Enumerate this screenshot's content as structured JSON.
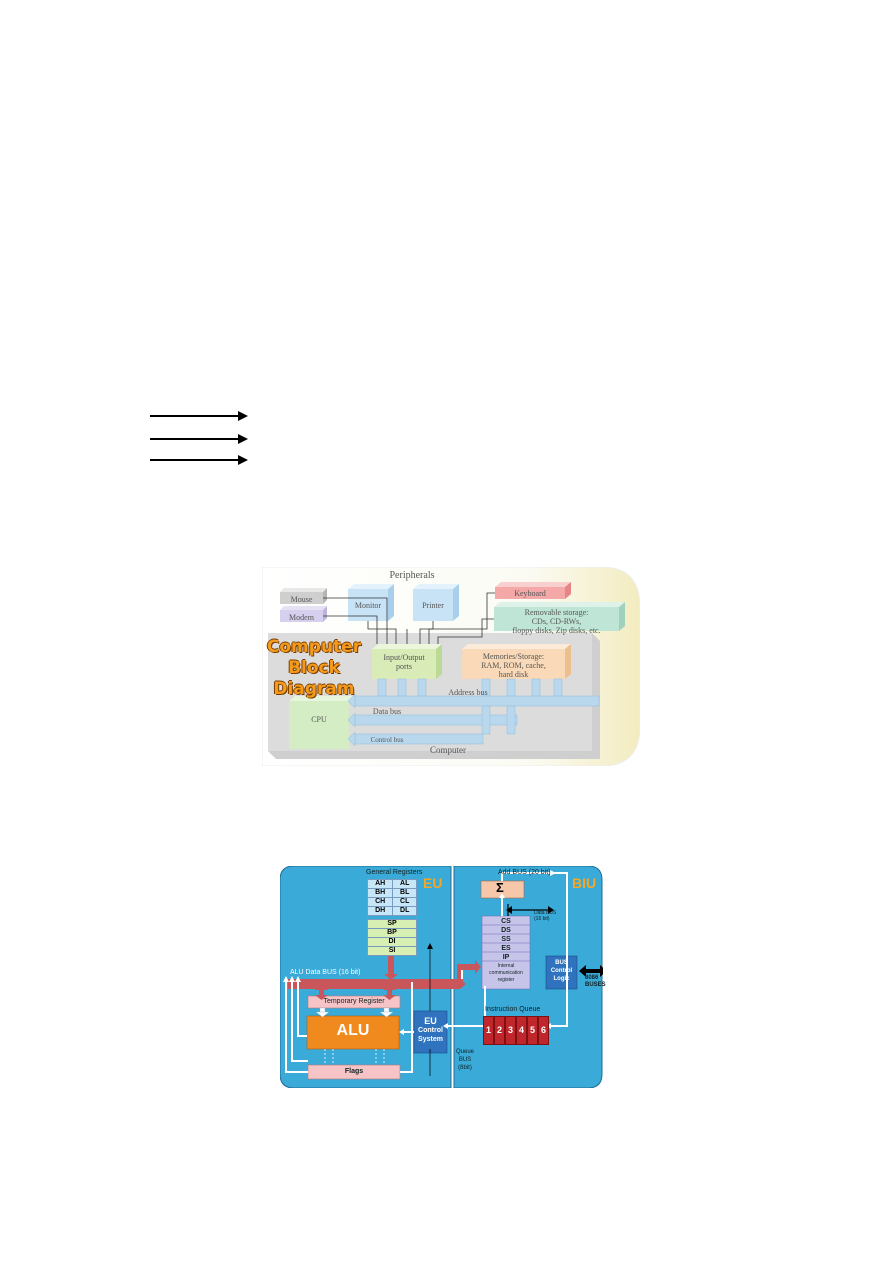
{
  "figure1": {
    "header": "Peripherals",
    "title_lines": [
      "Computer",
      "Block",
      "Diagram"
    ],
    "boxes": {
      "mouse": "Mouse",
      "modem": "Modem",
      "monitor": "Monitor",
      "printer": "Printer",
      "keyboard": "Keyboard",
      "removable_l1": "Removable storage:",
      "removable_l2": "CDs, CD-RWs,",
      "removable_l3": "floppy disks, Zip disks, etc.",
      "io_l1": "Input/Output",
      "io_l2": "ports",
      "mem_l1": "Memories/Storage:",
      "mem_l2": "RAM, ROM, cache,",
      "mem_l3": "hard disk",
      "cpu": "CPU"
    },
    "buses": {
      "address": "Address bus",
      "data": "Data bus",
      "control": "Control bus"
    },
    "footer": "Computer",
    "colors": {
      "io": "#d9ecb8",
      "mem": "#f9d9b7",
      "monitor": "#c9e3f6",
      "keyboard": "#f4a8a8",
      "removable": "#bfe5d6",
      "cpu": "#d5edc5",
      "bus": "#b9d8ee"
    }
  },
  "figure2": {
    "eu_label": "EU",
    "biu_label": "BIU",
    "general_registers": "General Registers",
    "registers_pairs": [
      [
        "AH",
        "AL"
      ],
      [
        "BH",
        "BL"
      ],
      [
        "CH",
        "CL"
      ],
      [
        "DH",
        "DL"
      ]
    ],
    "registers_single": [
      "SP",
      "BP",
      "DI",
      "SI"
    ],
    "segment_registers": [
      "CS",
      "DS",
      "SS",
      "ES",
      "IP"
    ],
    "internal_l1": "Internal",
    "internal_l2": "communication",
    "internal_l3": "register",
    "sigma": "Σ",
    "add_bus": "Add BUS (20 bit)",
    "data_bus_l1": "Data BUS",
    "data_bus_l2": "(16 bit)",
    "alu_data_bus": "ALU Data BUS (16 bit)",
    "temp_register": "Temporary Register",
    "alu": "ALU",
    "flags": "Flags",
    "eu_control_l1": "EU",
    "eu_control_l2": "Control",
    "eu_control_l3": "System",
    "bus_control_l1": "BUS",
    "bus_control_l2": "Control",
    "bus_control_l3": "Logic",
    "buses_8086_l1": "8086",
    "buses_8086_l2": "BUSES",
    "instruction_queue": "Instruction Queue",
    "queue_cells": [
      "1",
      "2",
      "3",
      "4",
      "5",
      "6"
    ],
    "queue_bus_l1": "Queue",
    "queue_bus_l2": "BUS",
    "queue_bus_l3": "(8bit)",
    "colors": {
      "panel": "#3aaad9",
      "panel_border": "#1f6f95",
      "alu": "#f08a1e",
      "flags": "#f6c3c6",
      "queue": "#c0272d",
      "control": "#2f73bf",
      "bus": "#c9565a"
    }
  }
}
